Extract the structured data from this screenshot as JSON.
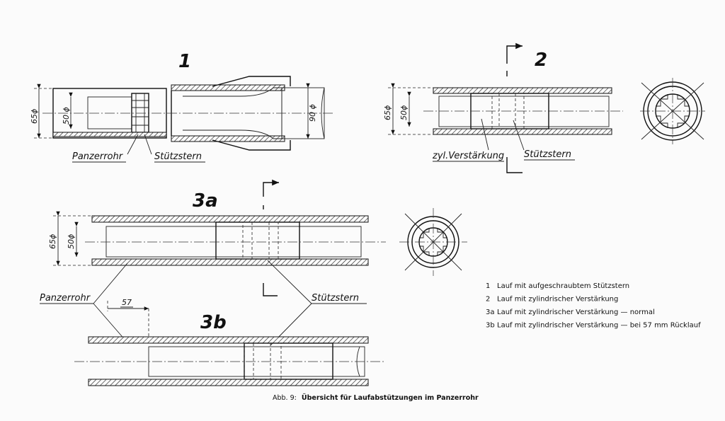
{
  "figures": {
    "fig1": {
      "number": "1",
      "dim_outer": "65ϕ",
      "dim_inner": "50 ϕ",
      "dim_barrel": "90 ϕ",
      "label_tube": "Panzerrohr",
      "label_star": "Stützstern"
    },
    "fig2": {
      "number": "2",
      "dim_outer": "65ϕ",
      "dim_inner": "50ϕ",
      "label_reinforcement": "zyl.Verstärkung",
      "label_star": "Stützstern"
    },
    "fig3a": {
      "number": "3a",
      "dim_outer": "65ϕ",
      "dim_inner": "50ϕ",
      "label_tube": "Panzerrohr",
      "label_star": "Stützstern"
    },
    "fig3b": {
      "number": "3b",
      "dim_offset": "57"
    }
  },
  "legend": [
    {
      "key": "1",
      "text": "Lauf mit aufgeschraubtem Stützstern"
    },
    {
      "key": "2",
      "text": "Lauf mit zylindrischer Verstärkung"
    },
    {
      "key": "3a",
      "text": "Lauf mit zylindrischer Verstärkung — normal"
    },
    {
      "key": "3b",
      "text": "Lauf mit zylindrischer Verstärkung — bei  57 mm  Rücklauf"
    }
  ],
  "caption": {
    "prefix": "Abb. 9:",
    "title": "Übersicht für Laufabstützungen im Panzerrohr"
  }
}
